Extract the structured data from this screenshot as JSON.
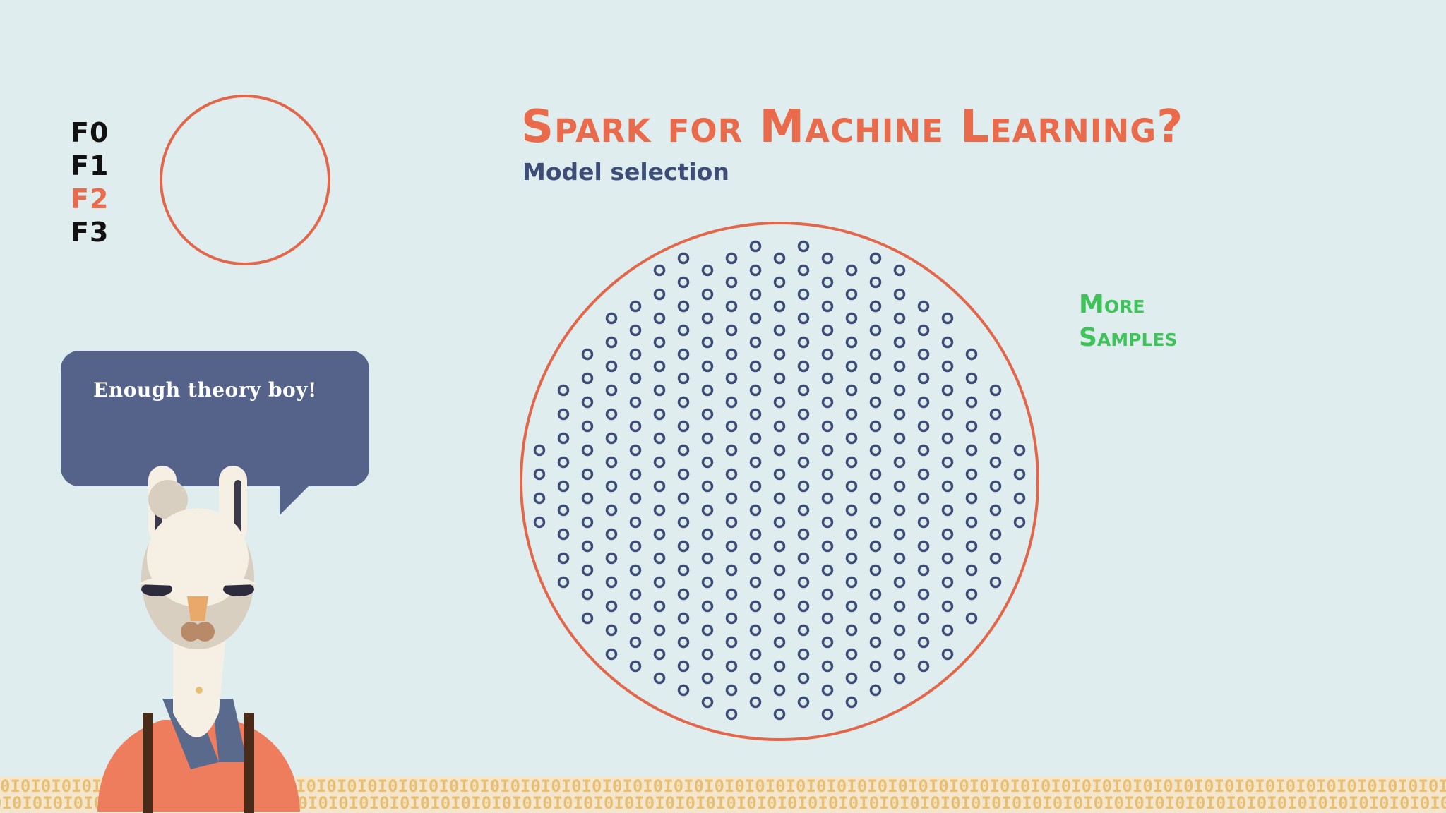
{
  "frames": [
    "F0",
    "F1",
    "F2",
    "F3"
  ],
  "active_frame": "F2",
  "title": "Spark for Machine Learning?",
  "subtitle": "Model selection",
  "annotation": {
    "line1": "More",
    "line2": "Samples"
  },
  "speech": "Enough theory boy!",
  "footer_pattern": "0I0I0I0I0I0I0I0I0I0I0I0I0I0I0I0I0I0I0I0I0I0I0I0I0I0I0I0I0I0I0I0I0I0I0I0I0I0I0I0I0I0I0I0I0I0I0I0I0I0I0I0I0I0I0I0I0I0I0I0I0I0I0I0I0I0I0I0I0I0I0I0I0I0I0I",
  "colors": {
    "background": "#e0edee",
    "accent": "#e96b4c",
    "navy": "#3e4d78",
    "green": "#3fc25a",
    "bubble": "#55638b"
  }
}
